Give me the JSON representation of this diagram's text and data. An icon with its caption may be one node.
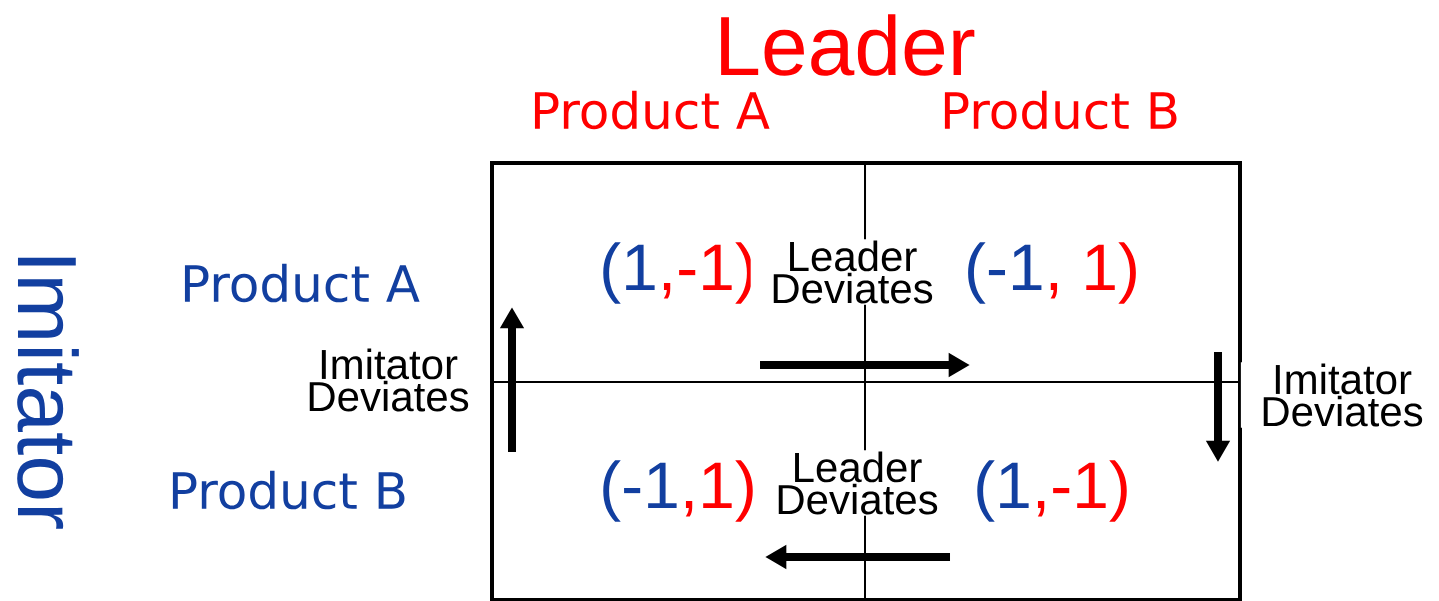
{
  "diagram": {
    "nodes": [
      {
        "text": [
          "(1",
          ",-1)"
        ]
      },
      {
        "text": [
          "(-1",
          ", 1)"
        ]
      },
      {
        "text": [
          "(-1",
          ",1)"
        ]
      },
      {
        "text": [
          "(1",
          ",-1)"
        ]
      }
    ],
    "edges": [
      {
        "from": 0,
        "to": 1,
        "arrow": "to",
        "label": "Leader Deviates"
      },
      {
        "from": 1,
        "to": 3,
        "arrow": "to",
        "label": "Imitator Deviates"
      },
      {
        "from": 3,
        "to": 2,
        "arrow": "to",
        "label": "Leader Deviates"
      },
      {
        "from": 2,
        "to": 0,
        "arrow": "to",
        "label": "Imitator Deviates"
      }
    ],
    "labels": [
      "Leader",
      "Product A",
      "Product B",
      "Imitator",
      "Product A",
      "Product B"
    ]
  }
}
